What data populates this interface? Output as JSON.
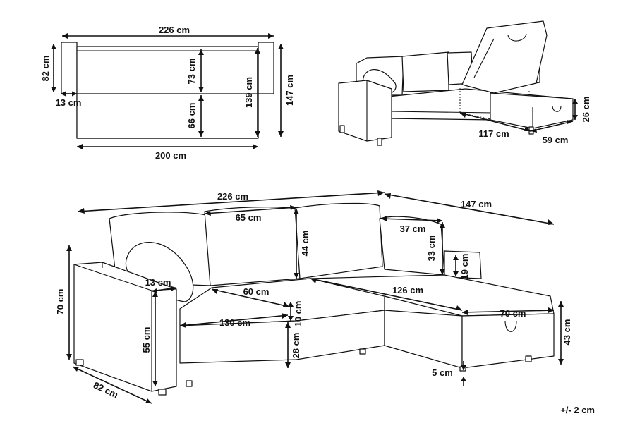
{
  "top_view": {
    "width_total": "226 cm",
    "seat_depth": "82 cm",
    "arm_width": "13 cm",
    "seat_to_back": "73 cm",
    "chaise_extra": "66 cm",
    "depth_139": "139 cm",
    "depth_147": "147 cm",
    "seat_width": "200 cm"
  },
  "storage_view": {
    "length": "117 cm",
    "width": "59 cm",
    "height": "26 cm"
  },
  "main_view": {
    "total_width": "226 cm",
    "chaise_length": "147 cm",
    "back_cushion_width": "65 cm",
    "back_cushion_height": "44 cm",
    "chaise_back_width": "37 cm",
    "chaise_back_height": "33 cm",
    "chaise_arm_height": "19 cm",
    "arm_width": "13 cm",
    "seat_depth": "60 cm",
    "chaise_seat_length": "126 cm",
    "total_height": "70 cm",
    "seat_width": "130 cm",
    "cushion_thickness": "10 cm",
    "chaise_width": "70 cm",
    "arm_height": "55 cm",
    "seat_height": "28 cm",
    "chaise_height": "43 cm",
    "leg_height": "5 cm",
    "depth": "82 cm"
  },
  "tolerance": "+/- 2 cm"
}
